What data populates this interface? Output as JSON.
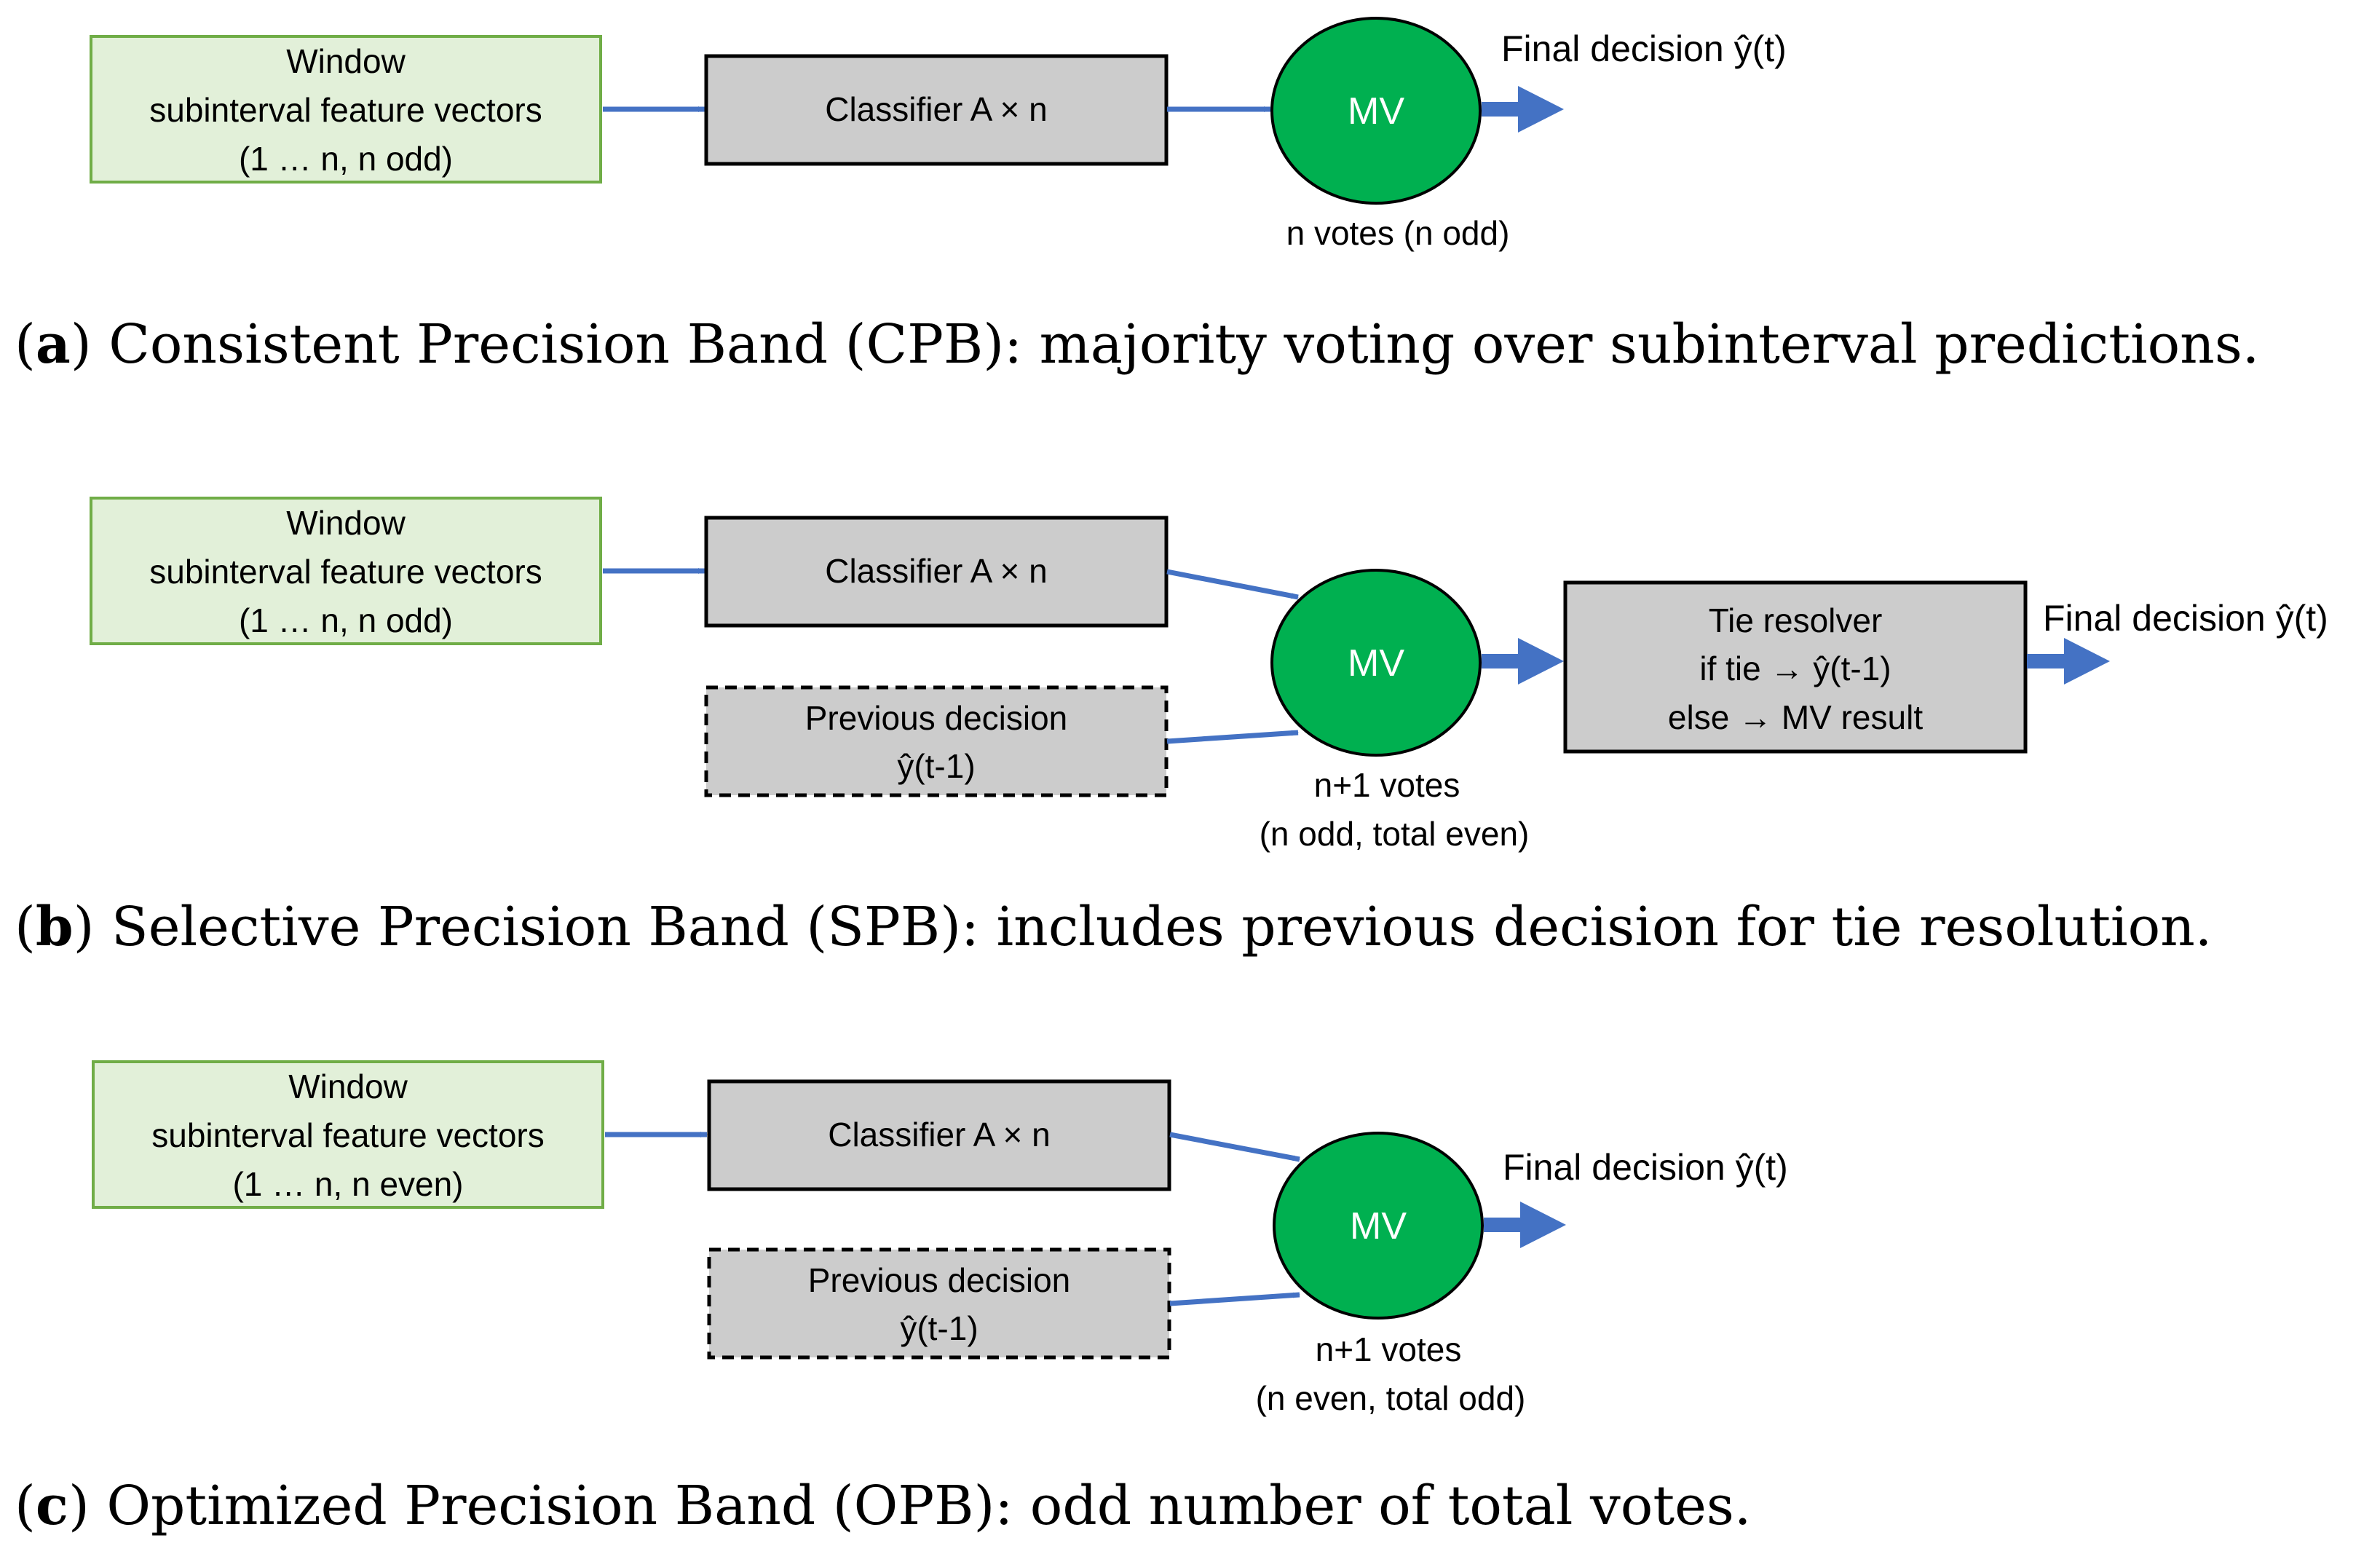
{
  "colors": {
    "input_fill": "#e2f0d9",
    "input_stroke": "#70ad47",
    "box_fill": "#cccccc",
    "box_stroke": "#000000",
    "mv_fill": "#00b050",
    "arrow": "#4472c4"
  },
  "panels": [
    {
      "input": [
        "Window",
        "subinterval feature vectors",
        "(1 … n, n odd)"
      ],
      "classifier": "Classifier A × n",
      "mv": "MV",
      "votes": [
        "n votes (n odd)"
      ],
      "final": "Final decision ŷ(t)",
      "caption_letter": "a",
      "caption_text": ") Consistent Precision Band (CPB): majority voting over subinterval predictions."
    },
    {
      "input": [
        "Window",
        "subinterval feature vectors",
        "(1 … n, n odd)"
      ],
      "classifier": "Classifier A × n",
      "previous": [
        "Previous decision",
        "ŷ(t-1)"
      ],
      "mv": "MV",
      "votes": [
        "n+1 votes",
        "(n odd, total even)"
      ],
      "tie": [
        "Tie resolver",
        "if tie → ŷ(t-1)",
        "else → MV result"
      ],
      "final": "Final decision ŷ(t)",
      "caption_letter": "b",
      "caption_text": ") Selective Precision Band (SPB): includes previous decision for tie resolution."
    },
    {
      "input": [
        "Window",
        "subinterval feature vectors",
        "(1 … n, n even)"
      ],
      "classifier": "Classifier A × n",
      "previous": [
        "Previous decision",
        "ŷ(t-1)"
      ],
      "mv": "MV",
      "votes": [
        "n+1 votes",
        "(n even, total odd)"
      ],
      "final": "Final decision ŷ(t)",
      "caption_letter": "c",
      "caption_text": ") Optimized Precision Band (OPB): odd number of total votes."
    }
  ]
}
